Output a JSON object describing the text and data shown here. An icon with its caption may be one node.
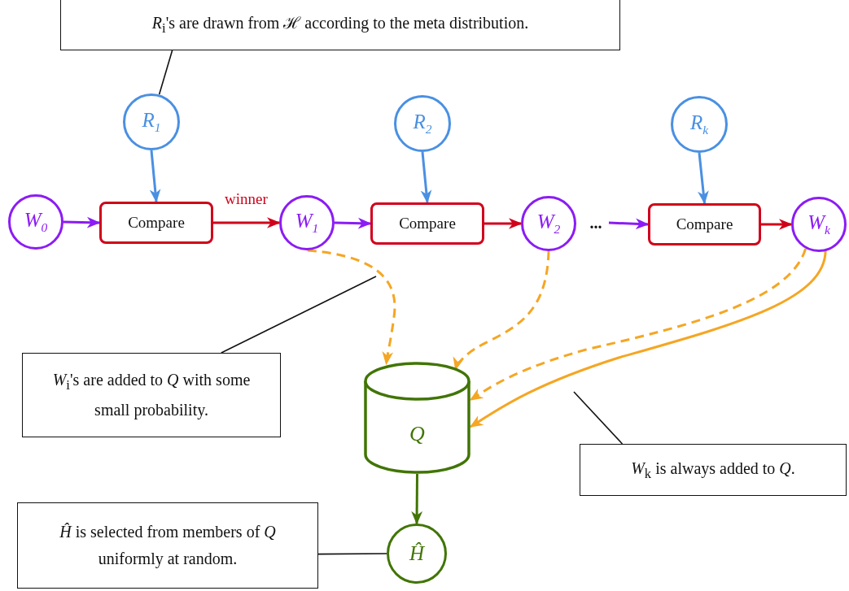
{
  "diagram": {
    "nodes": [
      {
        "text": [
          "*R*$_{i}$'s are drawn from ℋ according to the meta distribution."
        ]
      },
      {
        "text": [
          "R$_{1}$"
        ]
      },
      {
        "text": [
          "R$_{2}$"
        ]
      },
      {
        "text": [
          "R$_{k}$"
        ]
      },
      {
        "text": [
          "W$_{0}$"
        ]
      },
      {
        "text": [
          "Compare"
        ]
      },
      {
        "text": [
          "W$_{1}$"
        ]
      },
      {
        "text": [
          "Compare"
        ]
      },
      {
        "text": [
          "W$_{2}$"
        ]
      },
      {
        "text": [
          "..."
        ]
      },
      {
        "text": [
          "Compare"
        ]
      },
      {
        "text": [
          "W$_{k}$"
        ]
      },
      {
        "text": [
          "*W*$_{i}$'s are added to *Q* with some small probability."
        ]
      },
      {
        "text": [
          "Q"
        ]
      },
      {
        "text": [
          "*W*$_{k}$ is always added to *Q*."
        ]
      },
      {
        "text": [
          "*Ĥ* is selected from members of *Q* uniformly at random."
        ]
      },
      {
        "text": [
          "Ĥ"
        ]
      }
    ],
    "edges": [
      {
        "from": 0,
        "to": 1,
        "arrow": "none"
      },
      {
        "from": 1,
        "to": 5,
        "arrow": "to",
        "color": "#4a90e2"
      },
      {
        "from": 2,
        "to": 7,
        "arrow": "to",
        "color": "#4a90e2"
      },
      {
        "from": 3,
        "to": 10,
        "arrow": "to",
        "color": "#4a90e2"
      },
      {
        "from": 4,
        "to": 5,
        "arrow": "to",
        "color": "#8b1cf5"
      },
      {
        "from": 5,
        "to": 6,
        "arrow": "to",
        "label": "winner",
        "color": "#d0021b"
      },
      {
        "from": 6,
        "to": 7,
        "arrow": "to",
        "color": "#8b1cf5"
      },
      {
        "from": 7,
        "to": 8,
        "arrow": "to",
        "color": "#d0021b"
      },
      {
        "from": 9,
        "to": 10,
        "arrow": "to",
        "color": "#8b1cf5"
      },
      {
        "from": 10,
        "to": 11,
        "arrow": "to",
        "color": "#d0021b"
      },
      {
        "from": 6,
        "to": 13,
        "arrow": "to",
        "style": "dashed",
        "color": "#f5a623"
      },
      {
        "from": 8,
        "to": 13,
        "arrow": "to",
        "style": "dashed",
        "color": "#f5a623"
      },
      {
        "from": 11,
        "to": 13,
        "arrow": "to",
        "style": "dashed",
        "color": "#f5a623"
      },
      {
        "from": 11,
        "to": 13,
        "arrow": "to",
        "color": "#f5a623"
      },
      {
        "from": 12,
        "to": null,
        "arrow": "none"
      },
      {
        "from": 14,
        "to": null,
        "arrow": "none"
      },
      {
        "from": 13,
        "to": 16,
        "arrow": "to",
        "color": "#417505"
      },
      {
        "from": 15,
        "to": 16,
        "arrow": "none"
      }
    ]
  }
}
